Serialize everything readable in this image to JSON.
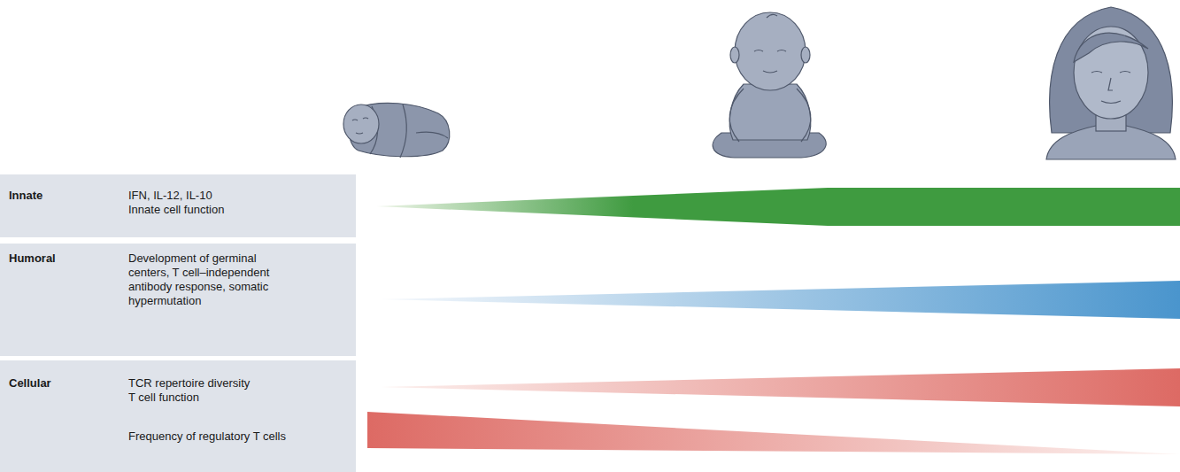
{
  "diagram": {
    "nodes": [
      {
        "text": [
          "Innate",
          "IFN, IL-12, IL-10 Innate cell function"
        ]
      },
      {
        "text": [
          "Humoral",
          "Development of germinal centers, T cell–independent antibody response, somatic hypermutation"
        ]
      },
      {
        "text": [
          "Cellular",
          "TCR repertoire diversity T cell function",
          "Frequency of regulatory T cells"
        ]
      }
    ]
  }
}
